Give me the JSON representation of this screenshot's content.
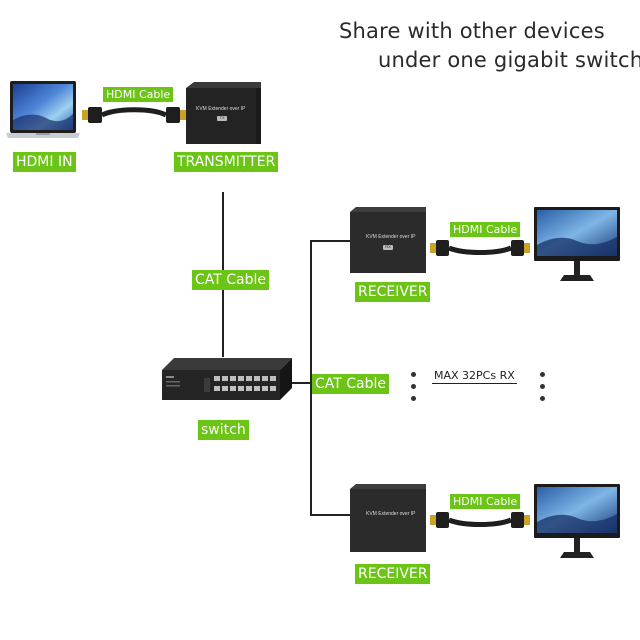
{
  "headline": {
    "line1": "Share with other devices",
    "line2": "under one gigabit switch"
  },
  "labels": {
    "hdmi_in": "HDMI IN",
    "transmitter": "TRANSMITTER",
    "cat_cable_vertical": "CAT Cable",
    "cat_cable_horizontal": "CAT Cable",
    "switch": "switch",
    "receiver_top": "RECEIVER",
    "receiver_bottom": "RECEIVER",
    "hdmi_cable_top": "HDMI Cable",
    "hdmi_cable_rx_top": "HDMI Cable",
    "hdmi_cable_rx_bottom": "HDMI Cable",
    "max_rx": "MAX 32PCs RX"
  },
  "device_text": {
    "transmitter_face": "KVM Extender over IP",
    "transmitter_badge": "TX",
    "receiver_face": "KVM Extender over IP",
    "receiver_badge": "RX"
  },
  "colors": {
    "accent_green": "#6cc417",
    "device_dark": "#2b2b2b",
    "line": "#222222"
  },
  "icons": [
    "laptop-icon",
    "hdmi-cable-icon",
    "transmitter-box-icon",
    "network-switch-icon",
    "receiver-box-icon",
    "monitor-icon"
  ]
}
